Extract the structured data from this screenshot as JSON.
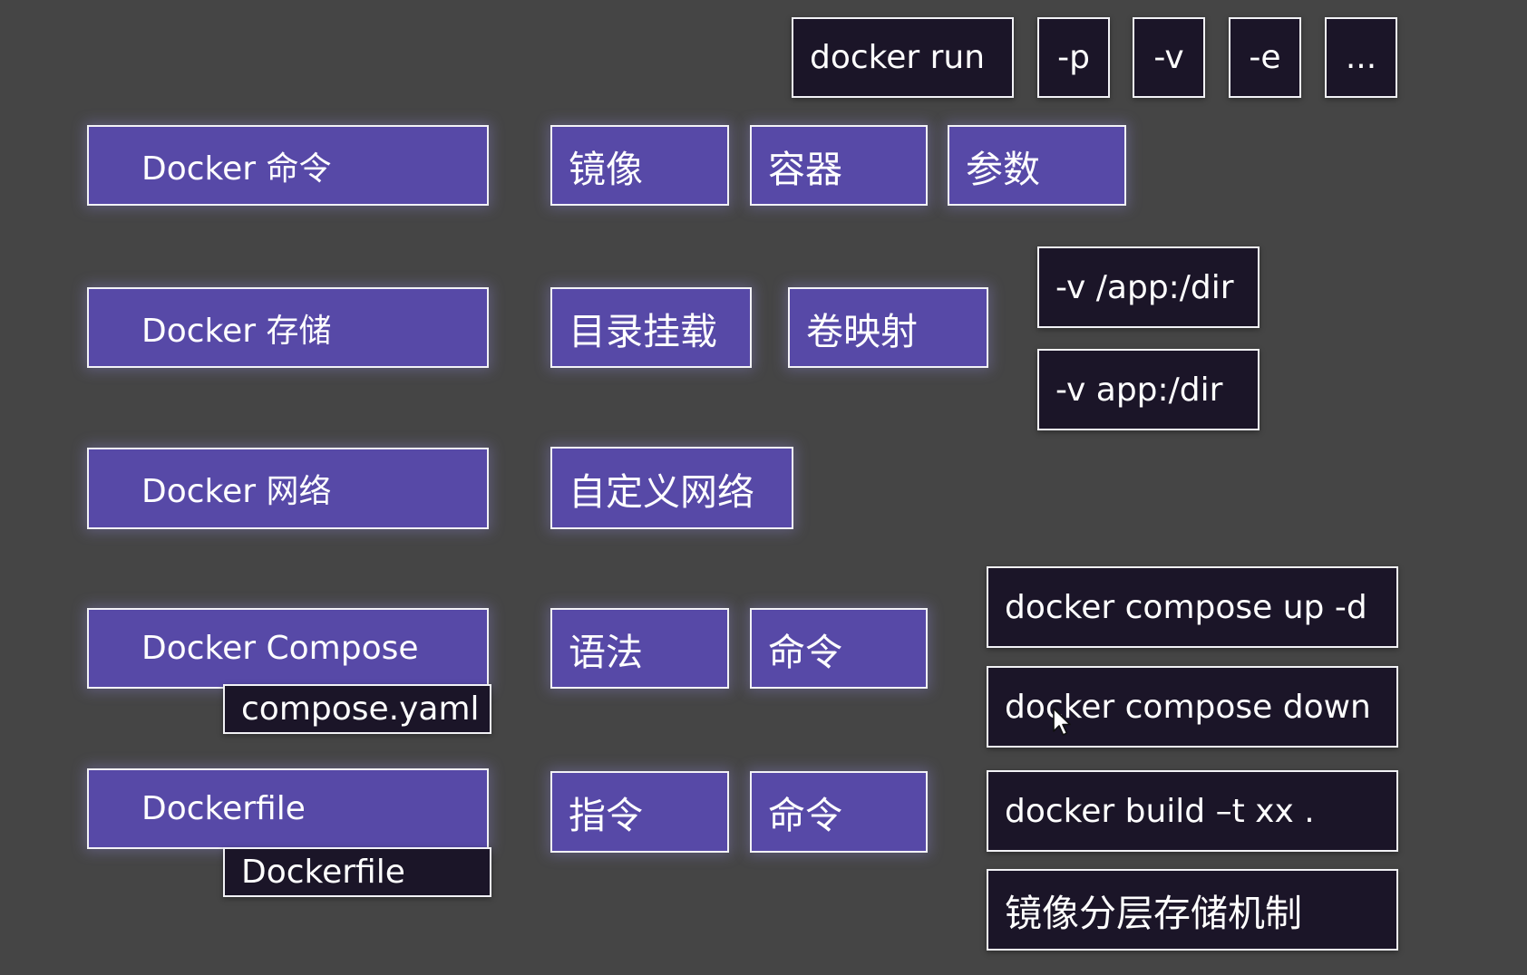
{
  "top_row": {
    "docker_run": "docker run",
    "flags": [
      "-p",
      "-v",
      "-e",
      "..."
    ]
  },
  "rows": {
    "commands": {
      "main": "Docker 命令",
      "items": [
        "镜像",
        "容器",
        "参数"
      ]
    },
    "storage": {
      "main": "Docker 存储",
      "items": [
        "目录挂载",
        "卷映射"
      ],
      "examples": [
        "-v /app:/dir",
        "-v app:/dir"
      ]
    },
    "network": {
      "main": "Docker 网络",
      "items": [
        "自定义网络"
      ]
    },
    "compose": {
      "main": "Docker Compose",
      "sub": "compose.yaml",
      "items": [
        "语法",
        "命令"
      ],
      "commands": [
        "docker compose up -d",
        "docker compose down"
      ]
    },
    "dockerfile": {
      "main": "Dockerfile",
      "sub": "Dockerfile",
      "items": [
        "指令",
        "命令"
      ],
      "commands": [
        "docker build –t xx .",
        "镜像分层存储机制"
      ]
    }
  },
  "colors": {
    "background": "#454545",
    "purple_box": "#5749a7",
    "dark_box": "#1b1528",
    "border": "#f2f2f6"
  },
  "icons": {
    "cursor": "mouse-pointer-icon"
  }
}
